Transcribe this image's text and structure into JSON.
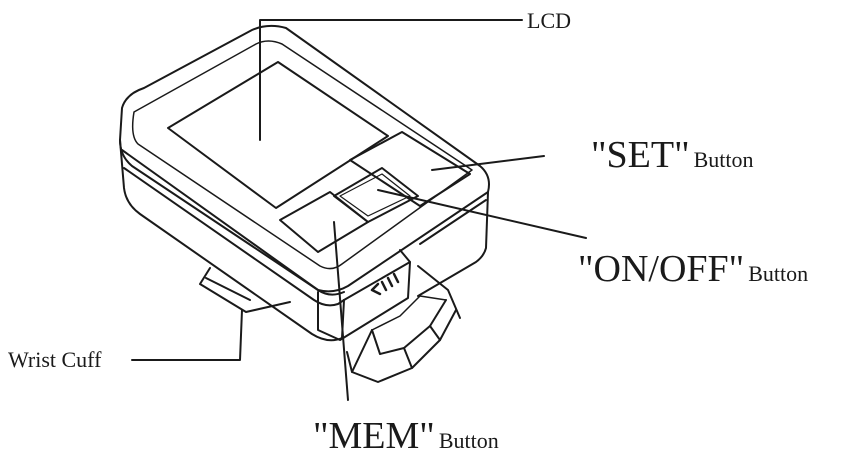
{
  "labels": {
    "lcd": "LCD",
    "set": {
      "name": "\"SET\"",
      "suffix": "Button"
    },
    "onoff": {
      "name": "\"ON/OFF\"",
      "suffix": "Button"
    },
    "mem": {
      "name": "\"MEM\"",
      "suffix": "Button"
    },
    "wrist_cuff": "Wrist Cuff"
  },
  "colors": {
    "line": "#1a1a1a",
    "background": "#ffffff"
  }
}
